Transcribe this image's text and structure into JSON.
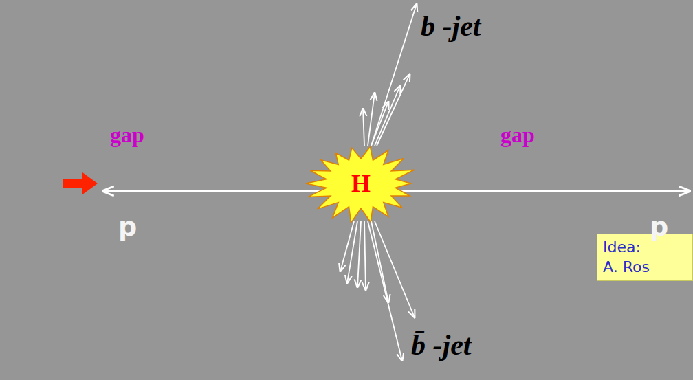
{
  "diagram": {
    "nodes": [
      {
        "text": [
          "H"
        ]
      },
      {
        "text": [
          "Idea: A. Ros"
        ]
      }
    ],
    "labels": [
      "gap",
      "gap",
      "p",
      "p",
      "b -jet",
      "b̄ -jet"
    ]
  }
}
